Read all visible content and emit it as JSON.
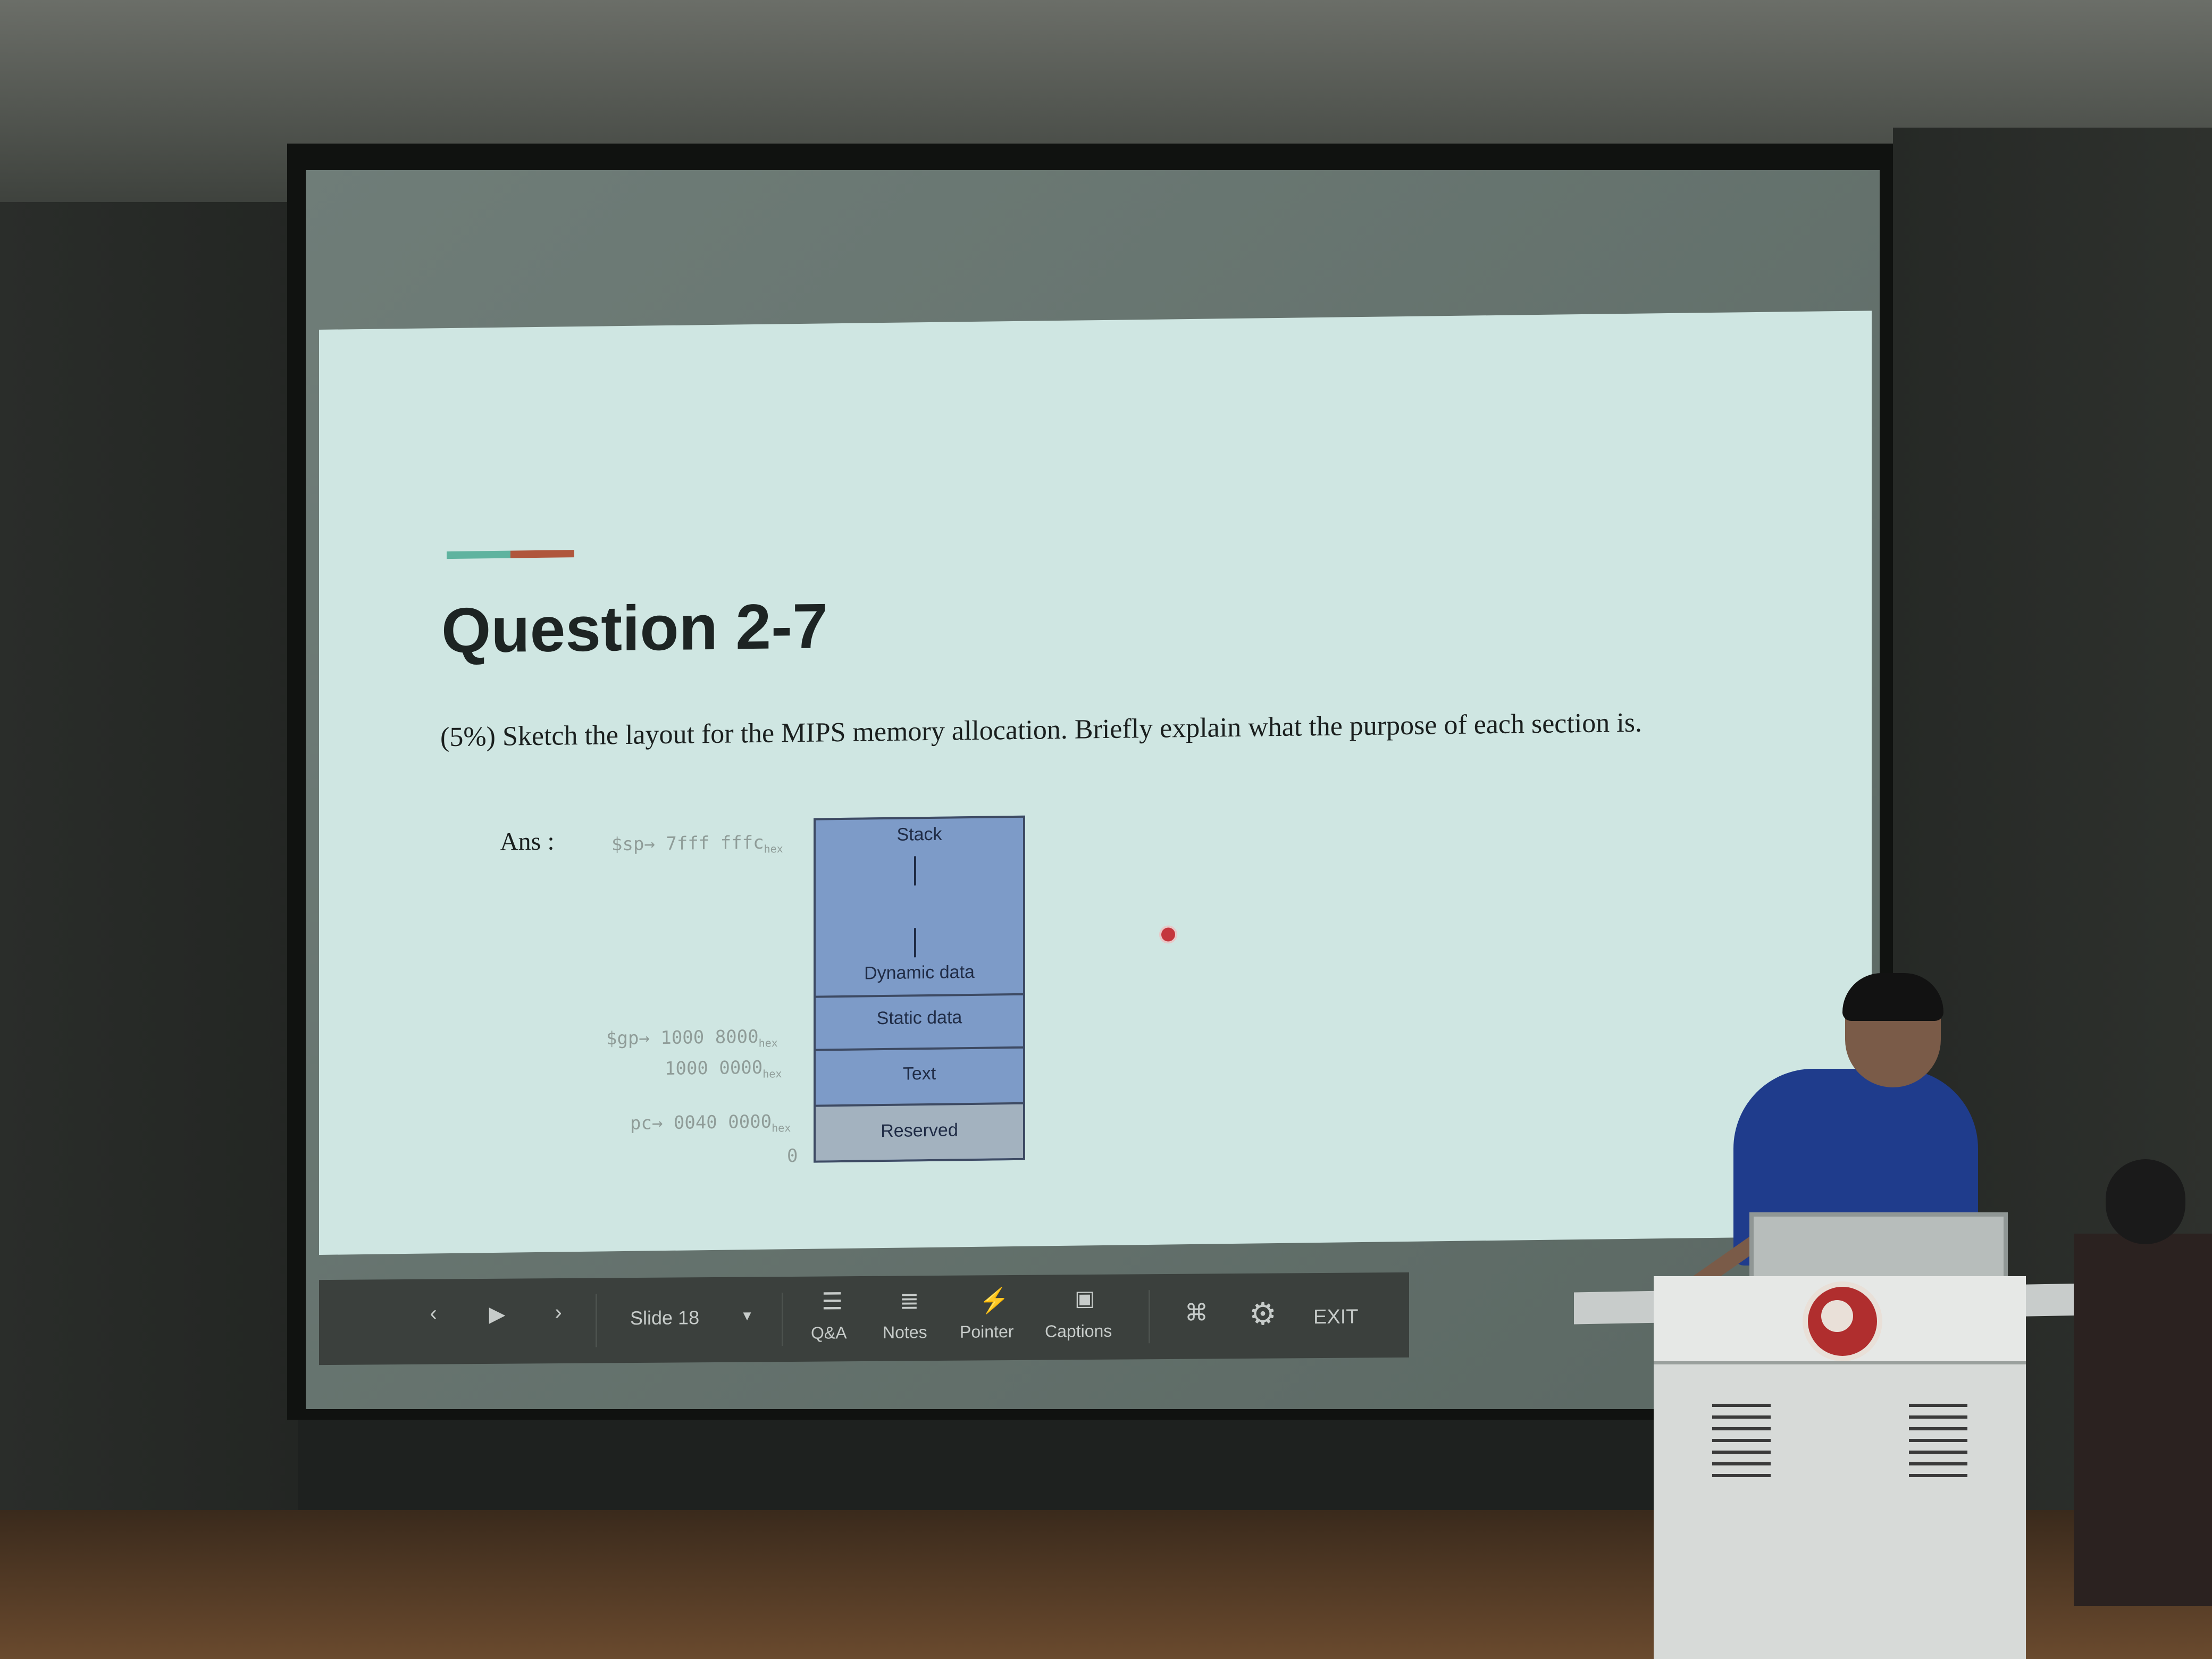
{
  "slide": {
    "title": "Question 2-7",
    "question": "(5%) Sketch the layout for the MIPS memory allocation. Briefly explain what the purpose of each section is.",
    "answer_label": "Ans :",
    "accent_colors": [
      "#5fb39f",
      "#b0563c"
    ]
  },
  "memory_diagram": {
    "addresses": {
      "sp": "$sp→ 7fff fffc",
      "gp": "$gp→ 1000 8000",
      "text_start": "1000 0000",
      "pc": "pc→ 0040 0000",
      "zero": "0"
    },
    "addr_suffix": "hex",
    "sections": {
      "stack": "Stack",
      "dynamic": "Dynamic data",
      "static": "Static data",
      "text": "Text",
      "reserved": "Reserved"
    },
    "fill_color": "#7d9bc8"
  },
  "controls": {
    "slide_label": "Slide 18",
    "qa": "Q&A",
    "notes": "Notes",
    "pointer": "Pointer",
    "captions": "Captions",
    "exit": "EXIT",
    "icons": {
      "prev": "chevron-left-icon",
      "play": "play-icon",
      "next": "chevron-right-icon",
      "dropdown": "caret-down-icon",
      "qa": "qa-icon",
      "notes": "notes-icon",
      "pointer": "pointer-icon",
      "captions": "captions-icon",
      "exit_fullscreen": "exit-fullscreen-icon",
      "settings": "gear-icon"
    }
  }
}
